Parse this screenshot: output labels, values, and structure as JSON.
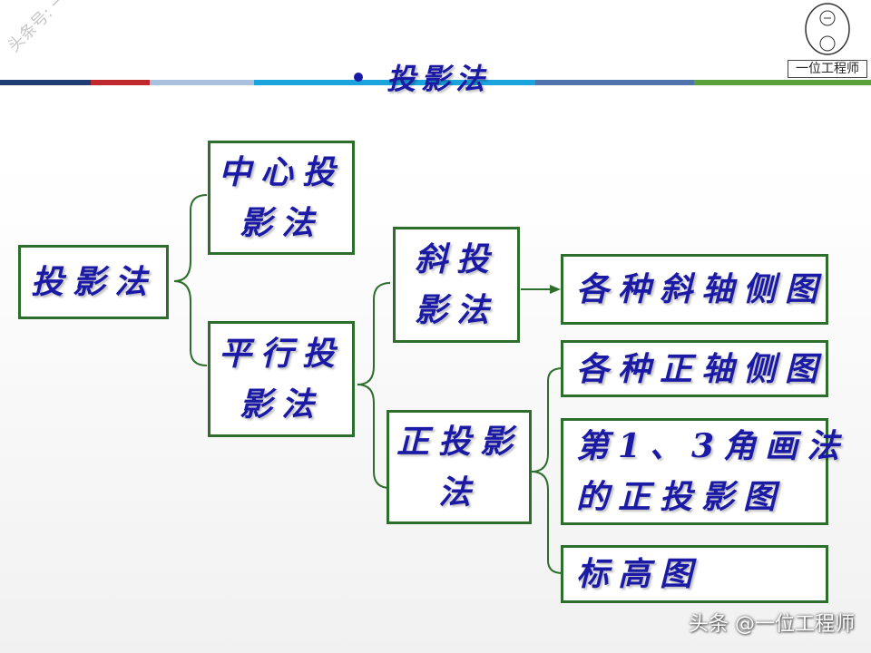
{
  "slide": {
    "title": "投影法",
    "watermark_top_left": "头条号: 一位工程师",
    "watermark_bottom_right": "头条 @一位工程师",
    "logo_label": "一位工程师",
    "colors": {
      "text": "#1a1aa6",
      "border": "#2d6e2d"
    }
  },
  "diagram": {
    "root": [
      "投影法"
    ],
    "central": [
      "中心投",
      "影法"
    ],
    "parallel": [
      "平行投",
      "影法"
    ],
    "oblique": [
      "斜投",
      "影法"
    ],
    "orthographic": [
      "正投影",
      "法"
    ],
    "oblique_axonometric": [
      "各种斜轴侧图"
    ],
    "ortho_axonometric": [
      "各种正轴侧图"
    ],
    "first_third_angle": [
      "第1、3角画法",
      "的正投影图"
    ],
    "elevation": [
      "标高图"
    ]
  }
}
